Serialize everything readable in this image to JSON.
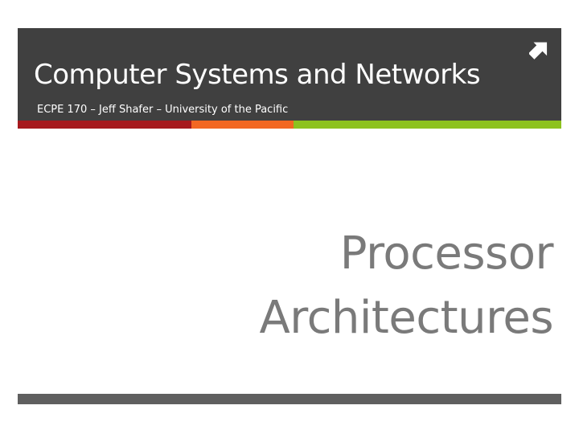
{
  "header": {
    "title": "Computer Systems and Networks",
    "subtitle": "ECPE 170 – Jeff Shafer – University of the Pacific",
    "corner_icon": "arrow-up-right-icon"
  },
  "title_slide": {
    "line1": "Processor",
    "line2": "Architectures"
  },
  "colors": {
    "header_bg": "#404040",
    "stripe_red": "#a6191d",
    "stripe_orange": "#f26722",
    "stripe_green": "#8dc21f",
    "title_text": "#7a7a7a",
    "footer_bar": "#5f5f5f"
  }
}
